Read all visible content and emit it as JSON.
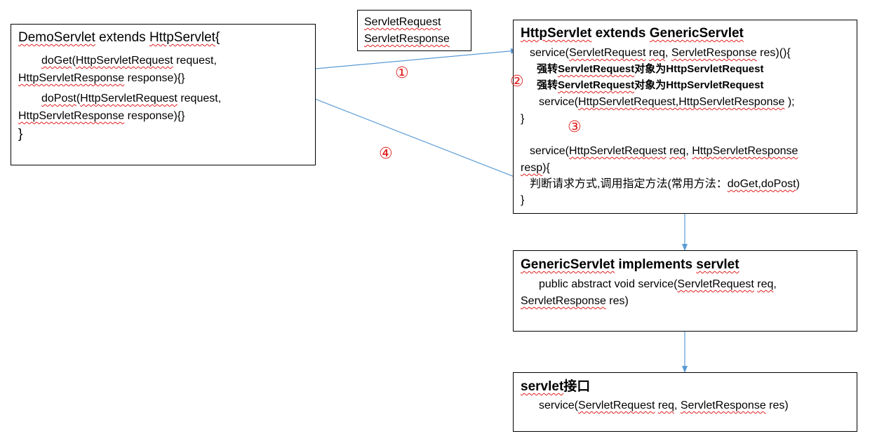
{
  "demo": {
    "title_a": "DemoServlet",
    "title_b": "  extends ",
    "title_c": "HttpServlet",
    "title_d": "{",
    "l1_a": "doGet",
    "l1_b": "(",
    "l1_c": "HttpServletRequest",
    "l1_d": " request,",
    "l2_a": "HttpServletResponse",
    "l2_b": " response){}",
    "l3_a": "doPost",
    "l3_b": "(",
    "l3_c": "HttpServletRequest",
    "l3_d": " request,",
    "l4_a": "HttpServletResponse",
    "l4_b": " response){}",
    "close": "}"
  },
  "params": {
    "line1": "ServletRequest",
    "line2": "ServletResponse"
  },
  "http": {
    "title_a": "HttpServlet",
    "title_b": " extends ",
    "title_c": "GenericServlet",
    "s1_a": "service(",
    "s1_b": "ServletRequest",
    "s1_c": " ",
    "s1_d": "req",
    "s1_e": ", ",
    "s1_f": "ServletResponse",
    "s1_g": " res)(){",
    "cast1_a": "强转",
    "cast1_b": "ServletRequest",
    "cast1_c": "对象为",
    "cast1_d": "HttpServletRequest",
    "cast2_a": "强转",
    "cast2_b": "ServletRequest",
    "cast2_c": "对象为",
    "cast2_d": "HttpServletRequest",
    "s2_a": "service(",
    "s2_b": "HttpServletRequest,HttpServletResponse",
    "s2_c": " );",
    "close1": "}",
    "s3_a": "service(",
    "s3_b": "HttpServletRequest",
    "s3_c": " ",
    "s3_d": "req",
    "s3_e": ", ",
    "s3_f": "HttpServletResponse",
    "s3_g": "resp",
    "s3_h": "){",
    "judge_a": "判断请求方式,调用指定方法(常用方法：",
    "judge_b": "doGet,doPost",
    "judge_c": ")",
    "close2": "}"
  },
  "generic": {
    "title_a": "GenericServlet",
    "title_b": "  implements  ",
    "title_c": "servlet",
    "l1_a": "public abstract void service(",
    "l1_b": "ServletRequest",
    "l1_c": " ",
    "l1_d": "req",
    "l1_e": ",",
    "l2_a": "ServletResponse",
    "l2_b": " res)"
  },
  "iface": {
    "title_a": "servlet",
    "title_b": "接口",
    "l1_a": "service(",
    "l1_b": "ServletRequest",
    "l1_c": " ",
    "l1_d": "req",
    "l1_e": ", ",
    "l1_f": "ServletResponse",
    "l1_g": " res)"
  },
  "steps": {
    "s1": "①",
    "s2": "②",
    "s3": "③",
    "s4": "④"
  },
  "colors": {
    "arrow": "#5b9bd5",
    "step": "#e02020",
    "squiggle": "#e02020"
  }
}
